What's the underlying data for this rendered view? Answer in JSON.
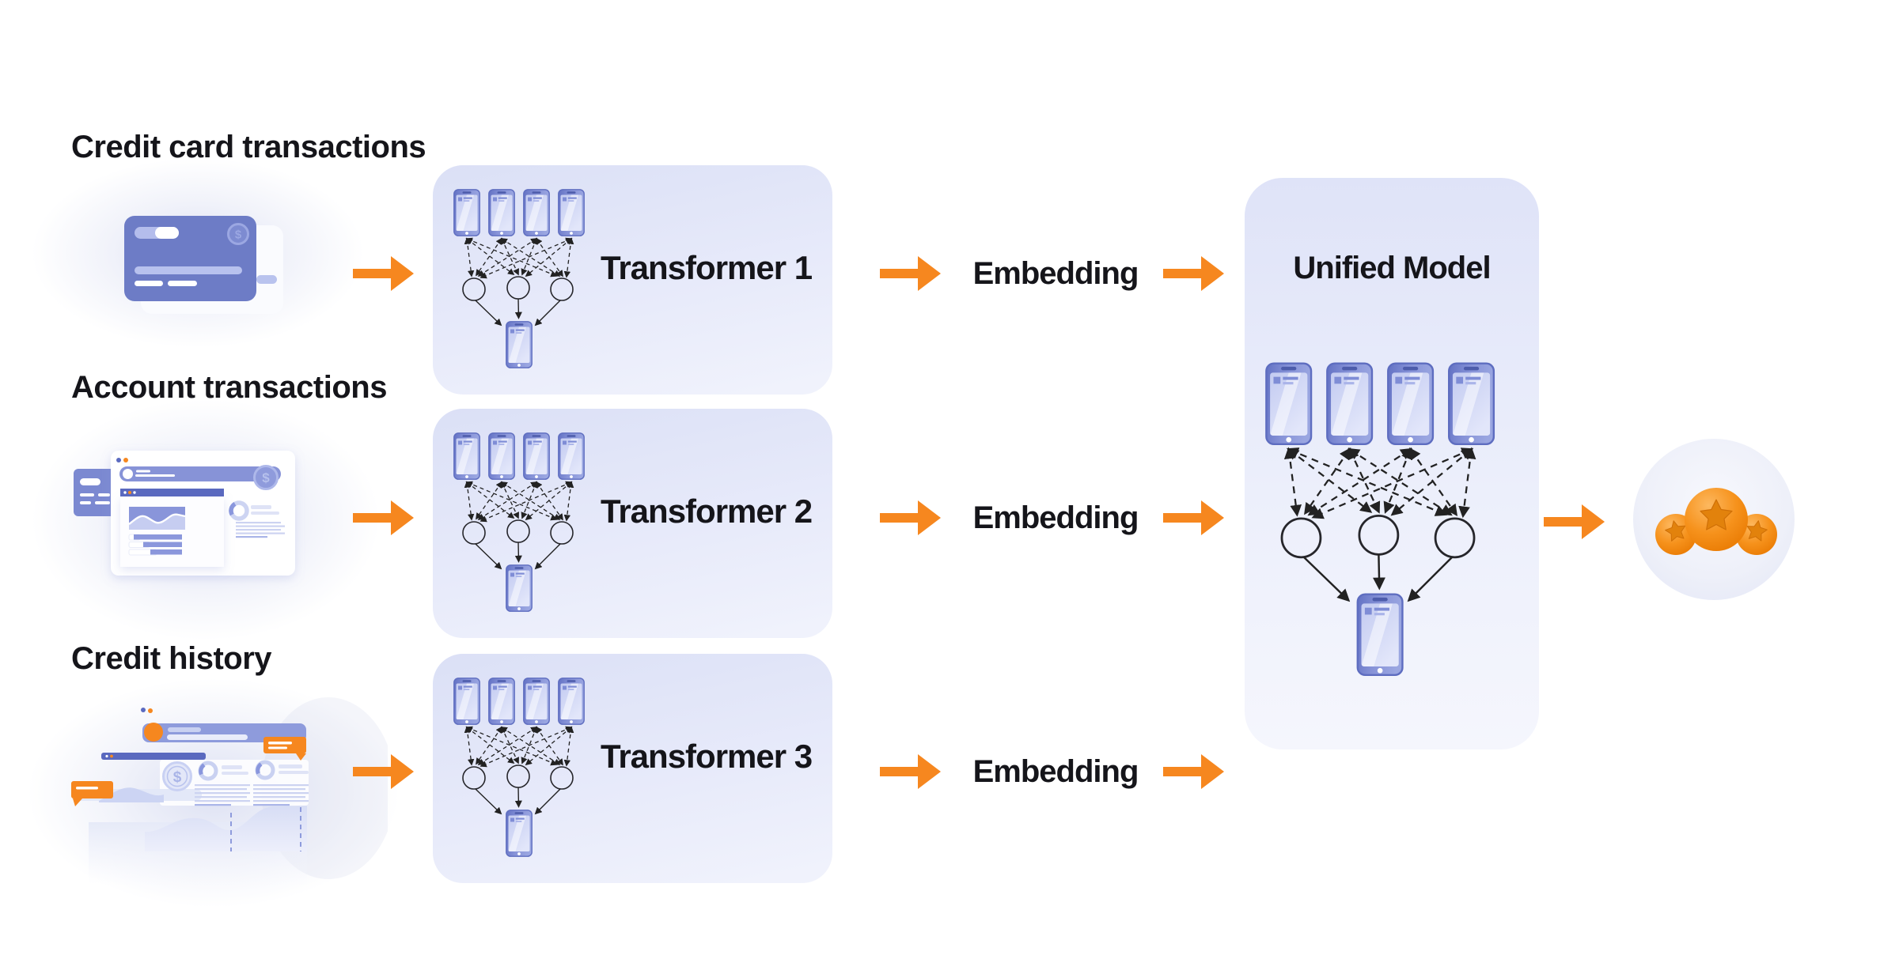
{
  "page": {
    "background_color": "#ffffff",
    "accent_color": "#F6871F"
  },
  "rows": [
    {
      "title": "Credit card transactions",
      "transformer_label": "Transformer 1",
      "embedding_label": "Embedding",
      "illustration": "credit-card"
    },
    {
      "title": "Account transactions",
      "transformer_label": "Transformer 2",
      "embedding_label": "Embedding",
      "illustration": "browser-account-window"
    },
    {
      "title": "Credit history",
      "transformer_label": "Transformer 3",
      "embedding_label": "Embedding",
      "illustration": "credit-history-dashboard"
    }
  ],
  "unified_model": {
    "title": "Unified Model"
  },
  "output": {
    "icon": "three-star-spheres-badge"
  },
  "network": {
    "input_nodes": 4,
    "hidden_nodes": 3,
    "output_nodes": 1,
    "input_icon": "phone-icon",
    "hidden_icon": "circle-node",
    "output_icon": "phone-icon",
    "connection_style": "dashed-arrows"
  },
  "colors": {
    "panel_gradient_top": "#DCE1F7",
    "panel_gradient_bottom": "#F1F3FC",
    "phone_frame": "#6574C6",
    "illustration_purple": "#6D7CC6",
    "dark_purple": "#5A69BF",
    "light_purple": "#B9C3EE",
    "text": "#141419",
    "arrow_orange": "#F6871F"
  }
}
